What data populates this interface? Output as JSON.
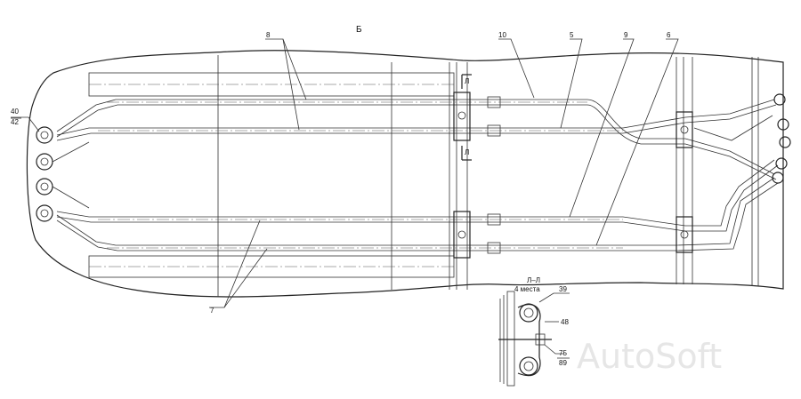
{
  "view_title": "Б",
  "callouts": {
    "c8": "8",
    "c10": "10",
    "c5": "5",
    "c9": "9",
    "c6": "6",
    "c7": "7",
    "c40": "40",
    "c42": "42"
  },
  "section_marks": {
    "top": "Л",
    "bottom": "Л"
  },
  "detail": {
    "title": "Л–Л",
    "note": "4 места",
    "c39": "39",
    "c48": "48",
    "c75": "75",
    "c89": "89"
  },
  "watermark": "AutoSoft"
}
